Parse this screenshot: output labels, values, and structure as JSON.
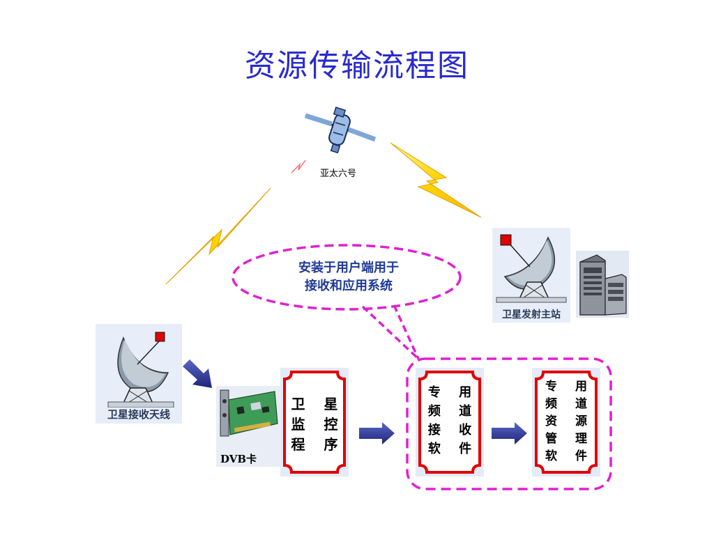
{
  "title": "资源传输流程图",
  "satellite": {
    "label": "亚太六号",
    "icon": "satellite-icon"
  },
  "callout": {
    "line1": "安装于用户端用于",
    "line2": "接收和应用系统"
  },
  "receive_antenna": {
    "label": "卫星接收天线",
    "icon": "satellite-dish-icon"
  },
  "transmit_station": {
    "label": "卫星发射主站",
    "icon": "satellite-dish-icon"
  },
  "server": {
    "icon": "server-icon"
  },
  "dvb_card": {
    "label": "DVB卡",
    "icon": "pci-card-icon"
  },
  "programs": [
    {
      "lines": [
        "卫 星",
        "监 控",
        "程 序"
      ]
    },
    {
      "lines": [
        "专 用",
        "频 道",
        "接 收",
        "软 件"
      ]
    },
    {
      "lines": [
        "专 用",
        "频 道",
        "资 源",
        "管 理",
        "软 件"
      ]
    }
  ],
  "colors": {
    "title": "#2a2ad0",
    "lightning": "#ffe000",
    "dashed_outline": "#e020d0",
    "arrow": "#2b3590",
    "frame_red": "#e00000"
  }
}
